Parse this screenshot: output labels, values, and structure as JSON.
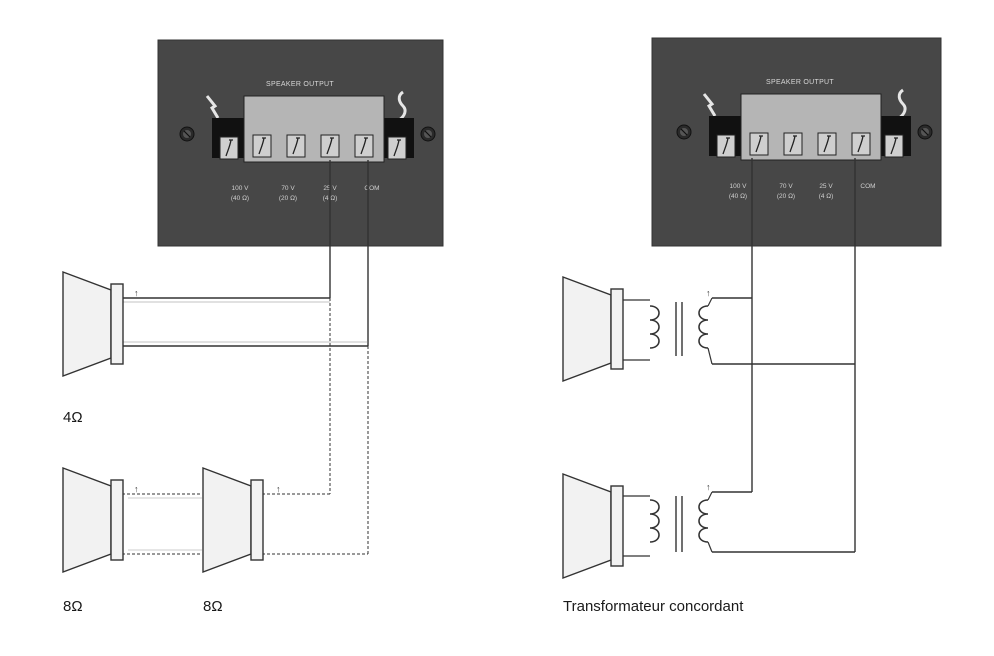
{
  "diagram": {
    "left_panel": {
      "title": "SPEAKER OUTPUT",
      "taps": [
        {
          "voltage": "100 V",
          "impedance": "(40 Ω)"
        },
        {
          "voltage": "70 V",
          "impedance": "(20 Ω)"
        },
        {
          "voltage": "25 V",
          "impedance": "(4 Ω)"
        },
        {
          "voltage": "COM",
          "impedance": ""
        }
      ]
    },
    "right_panel": {
      "title": "SPEAKER OUTPUT",
      "taps": [
        {
          "voltage": "100 V",
          "impedance": "(40 Ω)"
        },
        {
          "voltage": "70 V",
          "impedance": "(20 Ω)"
        },
        {
          "voltage": "25 V",
          "impedance": "(4 Ω)"
        },
        {
          "voltage": "COM",
          "impedance": ""
        }
      ]
    },
    "labels": {
      "single_speaker": "4Ω",
      "series_speaker_1": "8Ω",
      "series_speaker_2": "8Ω",
      "transformer": "Transformateur concordant"
    },
    "colors": {
      "panel": "#474747",
      "terminal_block": "#b5b5b5",
      "wire": "#333333"
    }
  }
}
